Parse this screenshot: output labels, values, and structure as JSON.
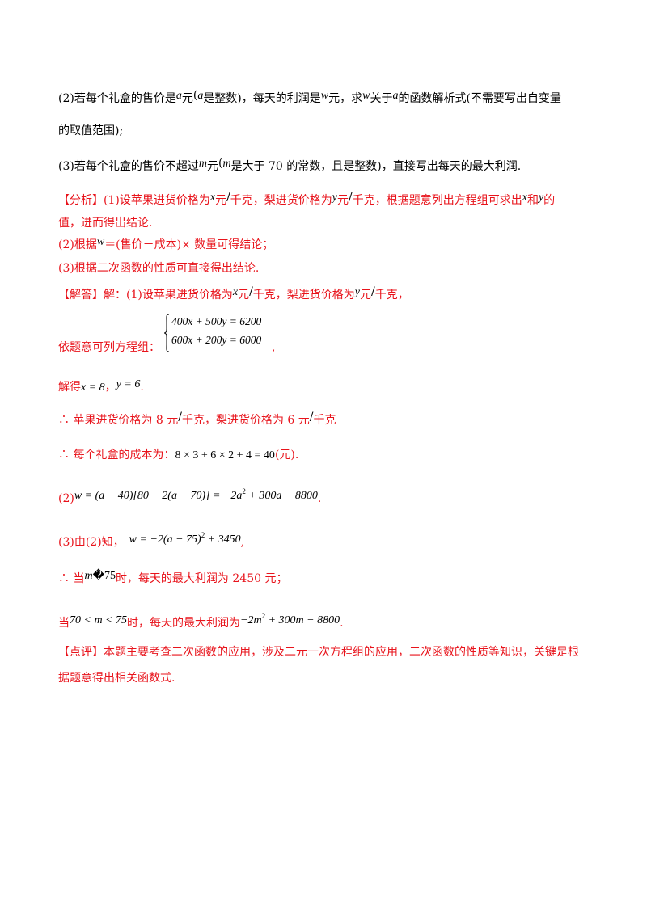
{
  "q2": {
    "part1": "(2)若每个礼盒的售价是",
    "var_a": "a",
    "part2": "元",
    "paren_open": "(",
    "part3": "是整数)，每天的利润是",
    "var_w": "w",
    "part4": "元，求",
    "part5": "关于",
    "part6": "的函数解析式(不需要写出自变量",
    "line2": "的取值范围);"
  },
  "q3": {
    "part1": "(3)若每个礼盒的售价不超过",
    "var_m": "m",
    "part2": "元",
    "paren_open": "(",
    "part3": "是大于 70 的常数，且是整数)，直接写出每天的最大利润."
  },
  "analysis": {
    "label": "【分析】",
    "l1_part1": "(1)设苹果进货价格为",
    "var_x": "x",
    "l1_part2": "元",
    "slash": "/",
    "l1_part3": "千克，梨进货价格为",
    "var_y": "y",
    "l1_part4": "千克，根据题意列出方程组可求出",
    "l1_and": "和",
    "l1_part5": "的",
    "line2": "值，进而得出结论.",
    "line3_part1": "(2)根据",
    "line3_w": "w",
    "line3_part2": "＝(售价－成本)× 数量可得结论；",
    "line4": "(3)根据二次函数的性质可直接得出结论."
  },
  "solution": {
    "label": "【解答】",
    "l1_part1": "解：(1)设苹果进货价格为",
    "l1_part2": "元",
    "l1_part3": "千克，梨进货价格为",
    "l1_part4": "元",
    "l1_part5": "千克，",
    "sys_row1": "400x + 500y = 6200",
    "sys_row2": "600x + 200y = 6000",
    "sys_text": "依题意可列方程组：",
    "sys_end": ",",
    "solve_text": "解得",
    "solve_x": "x = 8",
    "comma": "，",
    "solve_y": "y = 6",
    "solve_end": ".",
    "therefore1": "∴ 苹果进货价格为 8 元",
    "therefore1_mid": "千克，梨进货价格为 6 元",
    "therefore1_end": "千克",
    "therefore2_text": "∴ 每个礼盒的成本为：",
    "therefore2_math": "8 × 3 + 6 × 2 + 4 = 40",
    "therefore2_unit": "(元)",
    "therefore2_end": ".",
    "p2_label": "(2)",
    "p2_math_a": "w = (a − 40)[80 − 2(a − 70)] = −2a",
    "p2_math_exp": "2",
    "p2_math_b": " + 300a − 8800",
    "p2_end": ".",
    "p3_label": "(3)由(2)知，",
    "p3_math_a": "w = −2(a − 75)",
    "p3_math_exp": "2",
    "p3_math_b": " + 3450",
    "p3_end": ",",
    "case1_prefix": "∴ 当",
    "case1_var": "m",
    "case1_glyph": "�",
    "case1_num": "75",
    "case1_text": "时，每天的最大利润为 2450 元；",
    "case2_prefix": "当",
    "case2_math": "70 < m < 75",
    "case2_text": "时，每天的最大利润为",
    "case2_math_a": "−2m",
    "case2_math_exp": "2",
    "case2_math_b": " + 300m − 8800",
    "case2_end": "."
  },
  "comment": {
    "label": "【点评】",
    "line1": "本题主要考查二次函数的应用，涉及二元一次方程组的应用，二次函数的性质等知识，关键是根",
    "line2": "据题意得出相关函数式."
  }
}
